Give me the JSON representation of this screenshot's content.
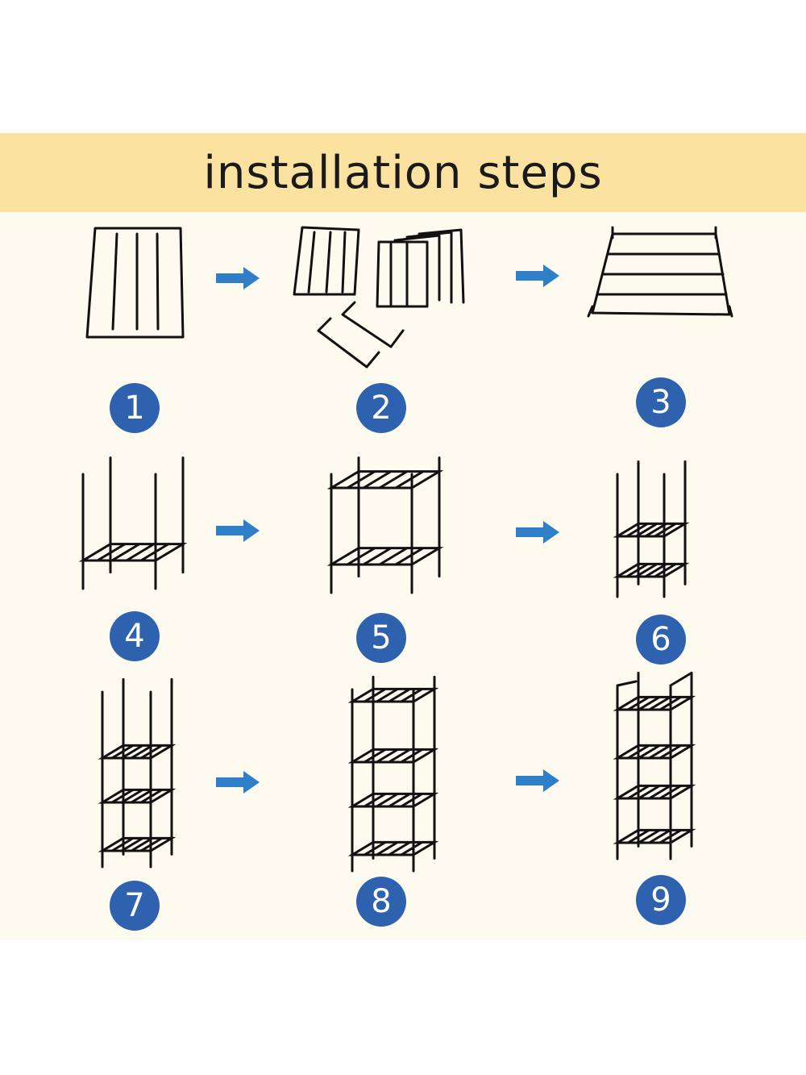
{
  "title": "installation steps",
  "steps": [
    "1",
    "2",
    "3",
    "4",
    "5",
    "6",
    "7",
    "8",
    "9"
  ],
  "colors": {
    "banner": "#fbe2a0",
    "background": "#fdfbf0",
    "badge": "#2f62ae",
    "arrow": "#2f7fc8",
    "line": "#111111"
  }
}
